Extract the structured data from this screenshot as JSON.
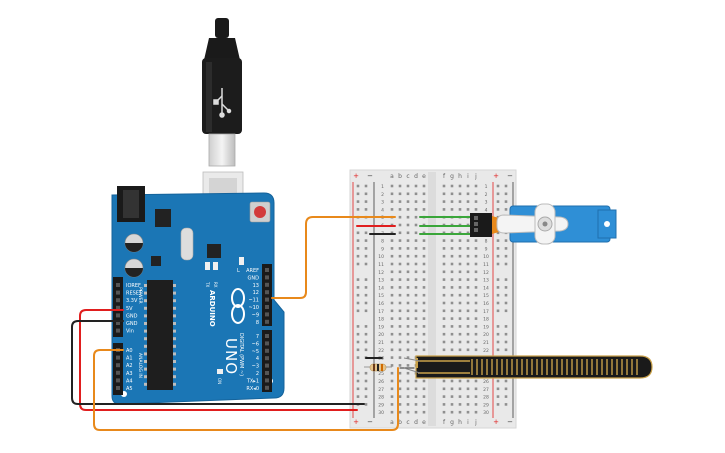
{
  "arduino": {
    "brand": "ARDUINO",
    "model": "UNO",
    "power_header_labels": [
      "IOREF",
      "RESET",
      "3.3V",
      "5V",
      "GND",
      "GND",
      "Vin"
    ],
    "power_label": "POWER",
    "analog_header_labels": [
      "A0",
      "A1",
      "A2",
      "A3",
      "A4",
      "A5"
    ],
    "analog_label": "ANALOG IN",
    "digital_header_labels": [
      "AREF",
      "GND",
      "13",
      "12",
      "~11",
      "~10",
      "~9",
      "8",
      "7",
      "~6",
      "~5",
      "4",
      "~3",
      "2",
      "TX▸1",
      "RX◂0"
    ],
    "digital_label": "DIGITAL (PWM ~)",
    "led_labels": [
      "TX",
      "RX"
    ],
    "led_l_label": "L",
    "on_label": "ON"
  },
  "breadboard": {
    "column_letters_left": [
      "a",
      "b",
      "c",
      "d",
      "e"
    ],
    "column_letters_right": [
      "f",
      "g",
      "h",
      "i",
      "j"
    ],
    "row_numbers": [
      "1",
      "2",
      "3",
      "4",
      "5",
      "6",
      "7",
      "8",
      "9",
      "10",
      "11",
      "12",
      "13",
      "14",
      "15",
      "16",
      "17",
      "18",
      "19",
      "20",
      "21",
      "22",
      "23",
      "24",
      "25",
      "26",
      "27",
      "28",
      "29",
      "30"
    ],
    "rail_plus": "+",
    "rail_minus": "−"
  },
  "colors": {
    "board": "#1b76b5",
    "wire_orange": "#e8891b",
    "wire_red": "#e01e1e",
    "wire_black": "#222222",
    "wire_green": "#3aa63a",
    "servo": "#2f8fd6",
    "flex_sensor": "#1a1a1a",
    "flex_trace": "#c9a14a"
  }
}
